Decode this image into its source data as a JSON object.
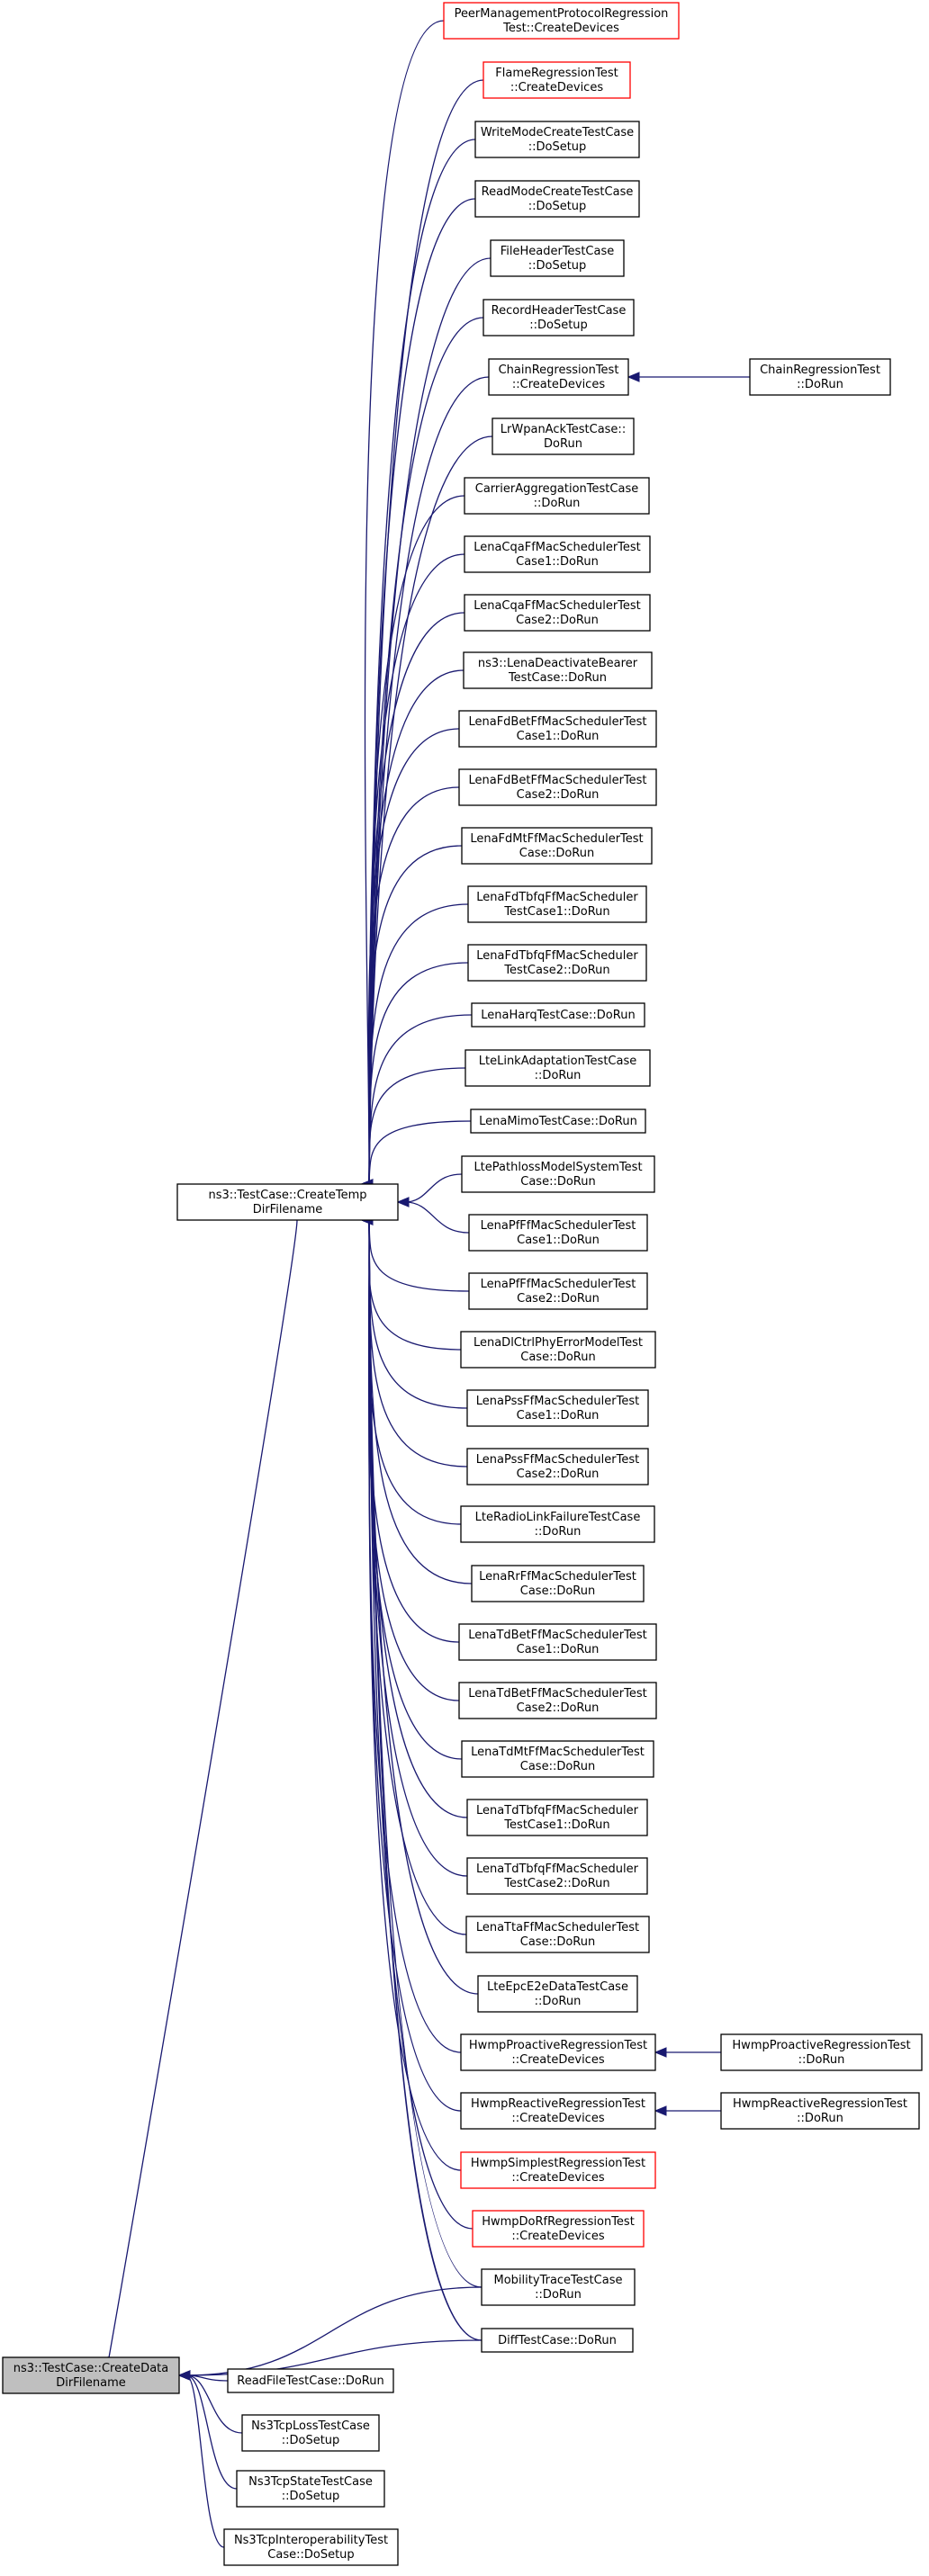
{
  "colors": {
    "edge": "#191970",
    "border": "#000000",
    "border_red": "#ff0000",
    "highlight_fill": "#bfbfbf"
  },
  "nodes": [
    {
      "id": "n0",
      "lines": [
        "PeerManagementProtocolRegression",
        "Test::CreateDevices"
      ],
      "style": "red"
    },
    {
      "id": "n1",
      "lines": [
        "FlameRegressionTest",
        "::CreateDevices"
      ],
      "style": "red"
    },
    {
      "id": "n2",
      "lines": [
        "WriteModeCreateTestCase",
        "::DoSetup"
      ],
      "style": "normal"
    },
    {
      "id": "n3",
      "lines": [
        "ReadModeCreateTestCase",
        "::DoSetup"
      ],
      "style": "normal"
    },
    {
      "id": "n4",
      "lines": [
        "FileHeaderTestCase",
        "::DoSetup"
      ],
      "style": "normal"
    },
    {
      "id": "n5",
      "lines": [
        "RecordHeaderTestCase",
        "::DoSetup"
      ],
      "style": "normal"
    },
    {
      "id": "n6",
      "lines": [
        "ChainRegressionTest",
        "::CreateDevices"
      ],
      "style": "normal"
    },
    {
      "id": "n7",
      "lines": [
        "ChainRegressionTest",
        "::DoRun"
      ],
      "style": "normal"
    },
    {
      "id": "n8",
      "lines": [
        "LrWpanAckTestCase::",
        "DoRun"
      ],
      "style": "normal"
    },
    {
      "id": "n9",
      "lines": [
        "CarrierAggregationTestCase",
        "::DoRun"
      ],
      "style": "normal"
    },
    {
      "id": "n10",
      "lines": [
        "LenaCqaFfMacSchedulerTest",
        "Case1::DoRun"
      ],
      "style": "normal"
    },
    {
      "id": "n11",
      "lines": [
        "LenaCqaFfMacSchedulerTest",
        "Case2::DoRun"
      ],
      "style": "normal"
    },
    {
      "id": "n12",
      "lines": [
        "ns3::LenaDeactivateBearer",
        "TestCase::DoRun"
      ],
      "style": "normal"
    },
    {
      "id": "n13",
      "lines": [
        "LenaFdBetFfMacSchedulerTest",
        "Case1::DoRun"
      ],
      "style": "normal"
    },
    {
      "id": "n14",
      "lines": [
        "LenaFdBetFfMacSchedulerTest",
        "Case2::DoRun"
      ],
      "style": "normal"
    },
    {
      "id": "n15",
      "lines": [
        "LenaFdMtFfMacSchedulerTest",
        "Case::DoRun"
      ],
      "style": "normal"
    },
    {
      "id": "n16",
      "lines": [
        "LenaFdTbfqFfMacScheduler",
        "TestCase1::DoRun"
      ],
      "style": "normal"
    },
    {
      "id": "n17",
      "lines": [
        "LenaFdTbfqFfMacScheduler",
        "TestCase2::DoRun"
      ],
      "style": "normal"
    },
    {
      "id": "n18",
      "lines": [
        "LenaHarqTestCase::DoRun"
      ],
      "style": "normal"
    },
    {
      "id": "n19",
      "lines": [
        "LteLinkAdaptationTestCase",
        "::DoRun"
      ],
      "style": "normal"
    },
    {
      "id": "n20",
      "lines": [
        "LenaMimoTestCase::DoRun"
      ],
      "style": "normal"
    },
    {
      "id": "n21",
      "lines": [
        "LtePathlossModelSystemTest",
        "Case::DoRun"
      ],
      "style": "normal"
    },
    {
      "id": "n22",
      "lines": [
        "LenaPfFfMacSchedulerTest",
        "Case1::DoRun"
      ],
      "style": "normal"
    },
    {
      "id": "n23",
      "lines": [
        "LenaPfFfMacSchedulerTest",
        "Case2::DoRun"
      ],
      "style": "normal"
    },
    {
      "id": "n24",
      "lines": [
        "LenaDlCtrlPhyErrorModelTest",
        "Case::DoRun"
      ],
      "style": "normal"
    },
    {
      "id": "n25",
      "lines": [
        "LenaPssFfMacSchedulerTest",
        "Case1::DoRun"
      ],
      "style": "normal"
    },
    {
      "id": "n26",
      "lines": [
        "LenaPssFfMacSchedulerTest",
        "Case2::DoRun"
      ],
      "style": "normal"
    },
    {
      "id": "n27",
      "lines": [
        "LteRadioLinkFailureTestCase",
        "::DoRun"
      ],
      "style": "normal"
    },
    {
      "id": "n28",
      "lines": [
        "LenaRrFfMacSchedulerTest",
        "Case::DoRun"
      ],
      "style": "normal"
    },
    {
      "id": "n29",
      "lines": [
        "LenaTdBetFfMacSchedulerTest",
        "Case1::DoRun"
      ],
      "style": "normal"
    },
    {
      "id": "n30",
      "lines": [
        "LenaTdBetFfMacSchedulerTest",
        "Case2::DoRun"
      ],
      "style": "normal"
    },
    {
      "id": "n31",
      "lines": [
        "LenaTdMtFfMacSchedulerTest",
        "Case::DoRun"
      ],
      "style": "normal"
    },
    {
      "id": "n32",
      "lines": [
        "LenaTdTbfqFfMacScheduler",
        "TestCase1::DoRun"
      ],
      "style": "normal"
    },
    {
      "id": "n33",
      "lines": [
        "LenaTdTbfqFfMacScheduler",
        "TestCase2::DoRun"
      ],
      "style": "normal"
    },
    {
      "id": "n34",
      "lines": [
        "LenaTtaFfMacSchedulerTest",
        "Case::DoRun"
      ],
      "style": "normal"
    },
    {
      "id": "n35",
      "lines": [
        "LteEpcE2eDataTestCase",
        "::DoRun"
      ],
      "style": "normal"
    },
    {
      "id": "n36",
      "lines": [
        "HwmpProactiveRegressionTest",
        "::CreateDevices"
      ],
      "style": "normal"
    },
    {
      "id": "n37",
      "lines": [
        "HwmpProactiveRegressionTest",
        "::DoRun"
      ],
      "style": "normal"
    },
    {
      "id": "n38",
      "lines": [
        "HwmpReactiveRegressionTest",
        "::CreateDevices"
      ],
      "style": "normal"
    },
    {
      "id": "n39",
      "lines": [
        "HwmpReactiveRegressionTest",
        "::DoRun"
      ],
      "style": "normal"
    },
    {
      "id": "n40",
      "lines": [
        "HwmpSimplestRegressionTest",
        "::CreateDevices"
      ],
      "style": "red"
    },
    {
      "id": "n41",
      "lines": [
        "HwmpDoRfRegressionTest",
        "::CreateDevices"
      ],
      "style": "red"
    },
    {
      "id": "n42",
      "lines": [
        "MobilityTraceTestCase",
        "::DoRun"
      ],
      "style": "normal"
    },
    {
      "id": "n43",
      "lines": [
        "DiffTestCase::DoRun"
      ],
      "style": "normal"
    },
    {
      "id": "n44",
      "lines": [
        "ns3::TestCase::CreateTemp",
        "DirFilename"
      ],
      "style": "normal"
    },
    {
      "id": "n45",
      "lines": [
        "ns3::TestCase::CreateData",
        "DirFilename"
      ],
      "style": "grey"
    },
    {
      "id": "n46",
      "lines": [
        "ReadFileTestCase::DoRun"
      ],
      "style": "normal"
    },
    {
      "id": "n47",
      "lines": [
        "Ns3TcpLossTestCase",
        "::DoSetup"
      ],
      "style": "normal"
    },
    {
      "id": "n48",
      "lines": [
        "Ns3TcpStateTestCase",
        "::DoSetup"
      ],
      "style": "normal"
    },
    {
      "id": "n49",
      "lines": [
        "Ns3TcpInteroperabilityTest",
        "Case::DoSetup"
      ],
      "style": "normal"
    }
  ],
  "edges": [
    {
      "from": "n0",
      "to": "n44"
    },
    {
      "from": "n1",
      "to": "n44"
    },
    {
      "from": "n2",
      "to": "n44"
    },
    {
      "from": "n3",
      "to": "n44"
    },
    {
      "from": "n4",
      "to": "n44"
    },
    {
      "from": "n5",
      "to": "n44"
    },
    {
      "from": "n6",
      "to": "n44"
    },
    {
      "from": "n7",
      "to": "n6"
    },
    {
      "from": "n8",
      "to": "n44"
    },
    {
      "from": "n9",
      "to": "n44"
    },
    {
      "from": "n10",
      "to": "n44"
    },
    {
      "from": "n11",
      "to": "n44"
    },
    {
      "from": "n12",
      "to": "n44"
    },
    {
      "from": "n13",
      "to": "n44"
    },
    {
      "from": "n14",
      "to": "n44"
    },
    {
      "from": "n15",
      "to": "n44"
    },
    {
      "from": "n16",
      "to": "n44"
    },
    {
      "from": "n17",
      "to": "n44"
    },
    {
      "from": "n18",
      "to": "n44"
    },
    {
      "from": "n19",
      "to": "n44"
    },
    {
      "from": "n20",
      "to": "n44"
    },
    {
      "from": "n21",
      "to": "n44"
    },
    {
      "from": "n22",
      "to": "n44"
    },
    {
      "from": "n23",
      "to": "n44"
    },
    {
      "from": "n24",
      "to": "n44"
    },
    {
      "from": "n25",
      "to": "n44"
    },
    {
      "from": "n26",
      "to": "n44"
    },
    {
      "from": "n27",
      "to": "n44"
    },
    {
      "from": "n28",
      "to": "n44"
    },
    {
      "from": "n29",
      "to": "n44"
    },
    {
      "from": "n30",
      "to": "n44"
    },
    {
      "from": "n31",
      "to": "n44"
    },
    {
      "from": "n32",
      "to": "n44"
    },
    {
      "from": "n33",
      "to": "n44"
    },
    {
      "from": "n34",
      "to": "n44"
    },
    {
      "from": "n35",
      "to": "n44"
    },
    {
      "from": "n36",
      "to": "n44"
    },
    {
      "from": "n37",
      "to": "n36"
    },
    {
      "from": "n38",
      "to": "n44"
    },
    {
      "from": "n39",
      "to": "n38"
    },
    {
      "from": "n40",
      "to": "n44"
    },
    {
      "from": "n41",
      "to": "n44"
    },
    {
      "from": "n42",
      "to": "n44"
    },
    {
      "from": "n43",
      "to": "n44"
    },
    {
      "from": "n44",
      "to": "n45"
    },
    {
      "from": "n42",
      "to": "n45"
    },
    {
      "from": "n43",
      "to": "n45"
    },
    {
      "from": "n46",
      "to": "n45"
    },
    {
      "from": "n47",
      "to": "n45"
    },
    {
      "from": "n48",
      "to": "n45"
    },
    {
      "from": "n49",
      "to": "n45"
    }
  ]
}
